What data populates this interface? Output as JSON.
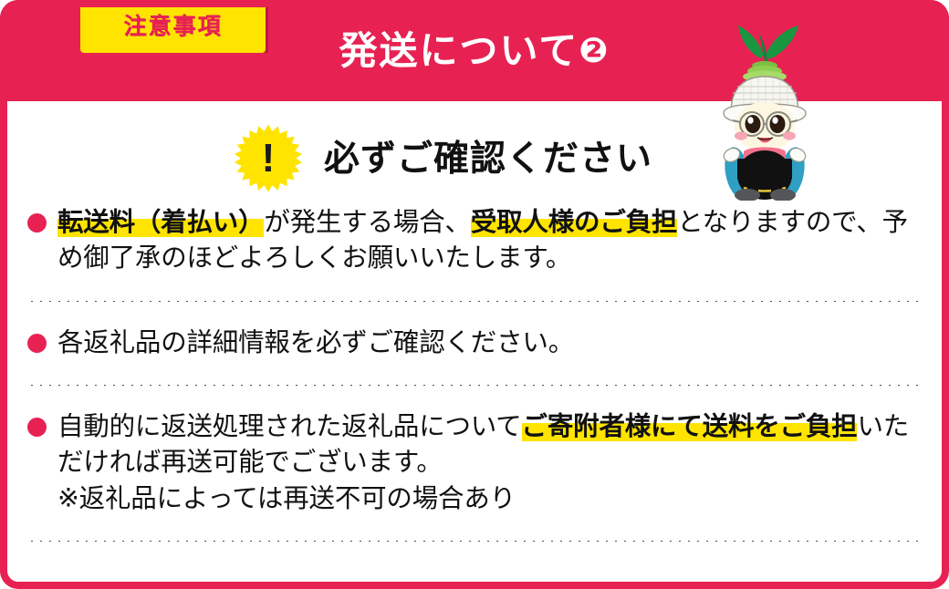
{
  "card": {
    "accent_color": "#e72253",
    "highlight_color": "#ffe400",
    "text_color": "#111111",
    "background_color": "#ffffff"
  },
  "header": {
    "tab_label": "注意事項",
    "title_text": "発送について",
    "title_number": "❷"
  },
  "mascot": {
    "name": "turnip-character-mascot"
  },
  "confirm": {
    "badge_symbol": "!",
    "heading": "必ずご確認ください"
  },
  "bullets": [
    {
      "id": "bullet-transfer-fee",
      "segments": [
        {
          "text": "転送料（着払い）",
          "style": "highlight"
        },
        {
          "text": "が発生する場合、",
          "style": "plain"
        },
        {
          "text": "受取人様のご負担",
          "style": "highlight"
        },
        {
          "text": "となりますので、予め御了承のほどよろしくお願いいたします。",
          "style": "plain"
        }
      ]
    },
    {
      "id": "bullet-check-details",
      "segments": [
        {
          "text": "各返礼品の詳細情報を必ずご確認ください。",
          "style": "plain"
        }
      ]
    },
    {
      "id": "bullet-return-reship",
      "segments": [
        {
          "text": "自動的に返送処理された返礼品について",
          "style": "plain"
        },
        {
          "text": "ご寄附者様にて送料をご負担",
          "style": "highlight"
        },
        {
          "text": "いただければ再送可能でございます。",
          "style": "plain"
        },
        {
          "text": "\n※返礼品によっては再送不可の場合あり",
          "style": "plain"
        }
      ]
    }
  ]
}
